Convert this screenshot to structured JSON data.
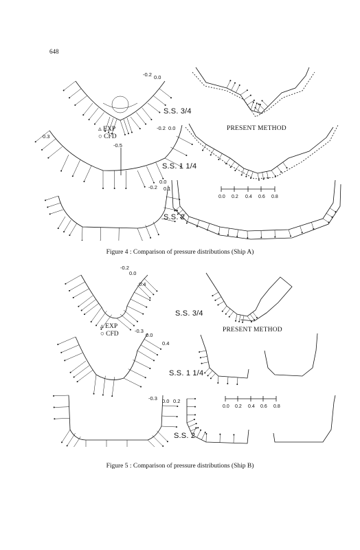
{
  "page_number": "648",
  "figure4": {
    "caption": "Figure 4 : Comparison of pressure distributions (Ship A)",
    "sections": [
      "S.S. 3/4",
      "S.S. 1 1/4",
      "S.S. 2"
    ],
    "legend_exp": "EXP",
    "legend_cfd": "CFD",
    "present_method": "PRESENT METHOD",
    "scale_ticks": [
      "0.0",
      "0.2",
      "0.4",
      "0.6",
      "0.8"
    ],
    "value_labels": {
      "a1": "-0.2",
      "a2": "0.0",
      "b1": "-0.2",
      "b2": "0.0",
      "b3": "0.3",
      "b4": "-0.5",
      "c1": "0.0",
      "c2": "-0.2",
      "c3": "0.1"
    }
  },
  "figure5": {
    "caption": "Figure 5 : Comparison of pressure distributions (Ship B)",
    "sections": [
      "S.S. 3/4",
      "S.S. 1 1/4",
      "S.S. 2"
    ],
    "legend_exp": "EXP",
    "legend_cfd": "CFD",
    "present_method": "PRESENT METHOD",
    "scale_ticks": [
      "0.0",
      "0.2",
      "0.4",
      "0.6",
      "0.8"
    ],
    "value_labels": {
      "a1": "-0.2",
      "a2": "0.0",
      "a3": "0.4",
      "b1": "-0.3",
      "b2": "0.0",
      "b3": "0.4",
      "c1": "-0.3",
      "c2": "0.0",
      "c3": "0.2"
    }
  }
}
